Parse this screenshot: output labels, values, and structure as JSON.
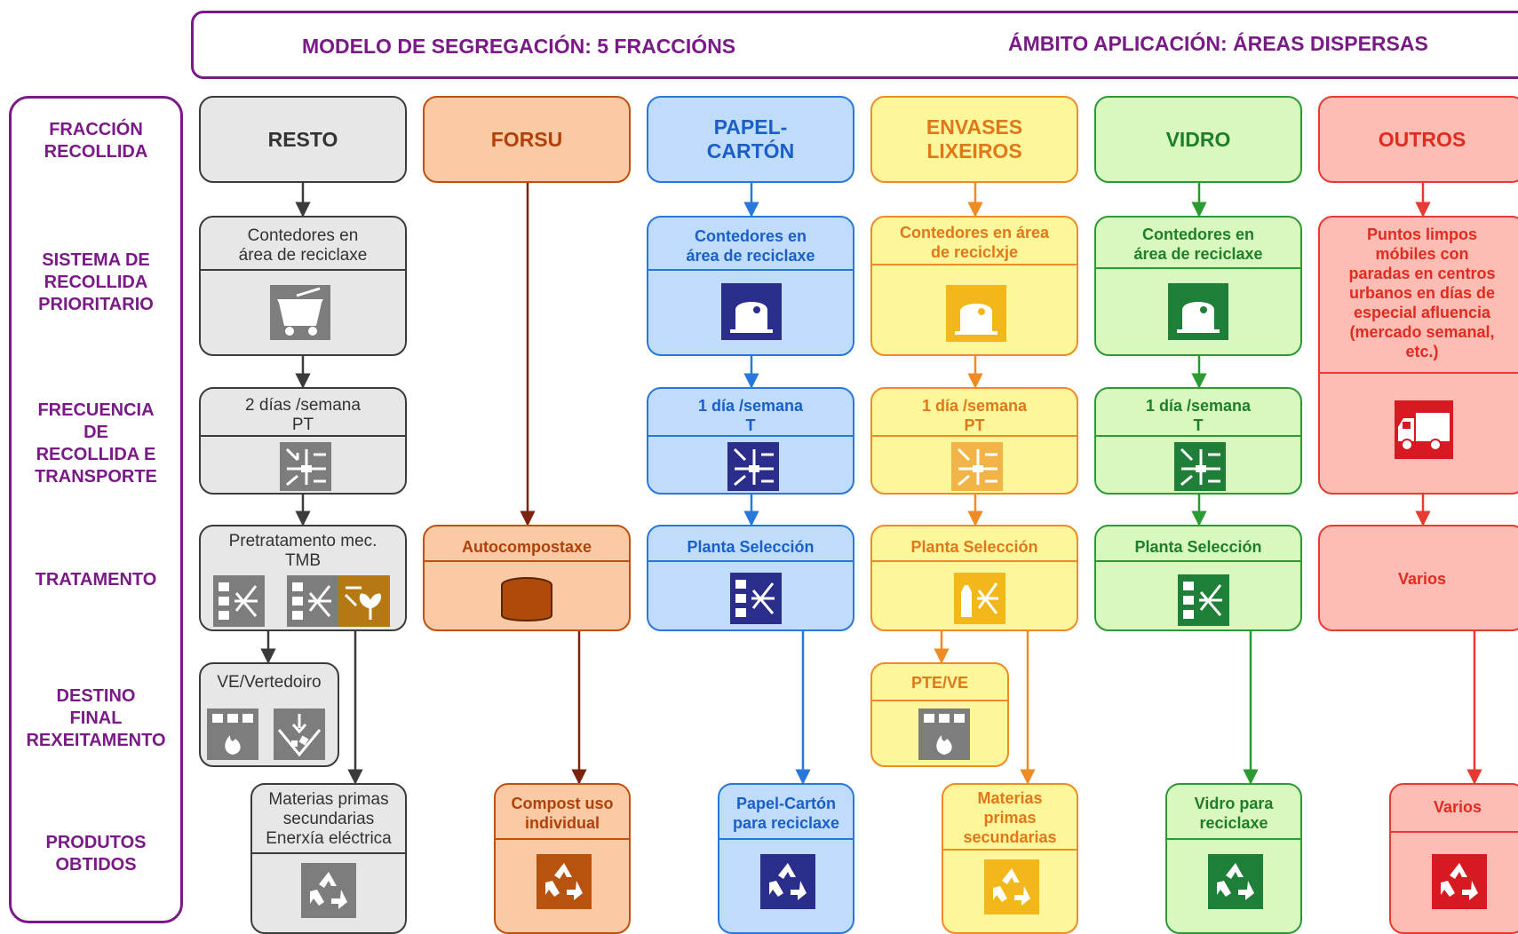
{
  "header": {
    "model": "MODELO DE SEGREGACIÓN: 5 FRACCIÓNS",
    "scope": "ÁMBITO APLICACIÓN: ÁREAS DISPERSAS"
  },
  "rows": {
    "fraccion": "FRACCIÓN\nRECOLLIDA",
    "sistema": "SISTEMA DE\nRECOLLIDA\nPRIORITARIO",
    "frecuencia": "FRECUENCIA\nDE\nRECOLLIDA E\nTRANSPORTE",
    "tratamento": "TRATAMENTO",
    "destino": "DESTINO\nFINAL\nREXEITAMENTO",
    "produtos": "PRODUTOS\nOBTIDOS"
  },
  "columns": {
    "resto": {
      "title": "RESTO",
      "system": "Contedores en\nárea de reciclaxe",
      "frequency": "2 días /semana\nPT",
      "treatment": "Pretratamento mec.\nTMB",
      "destination": "VE/Vertedoiro",
      "product": "Materias primas\nsecundarias\nEnerxía eléctrica"
    },
    "forsu": {
      "title": "FORSU",
      "treatment": "Autocompostaxe",
      "product": "Compost uso\nindividual"
    },
    "papel": {
      "title": "PAPEL-\nCARTÓN",
      "system": "Contedores en\nárea de reciclaxe",
      "frequency": "1 día /semana\nT",
      "treatment": "Planta Selección",
      "product": "Papel-Cartón\npara reciclaxe"
    },
    "envases": {
      "title": "ENVASES\nLIXEIROS",
      "system": "Contedores en área\nde reciclxje",
      "frequency": "1 día /semana\nPT",
      "treatment": "Planta Selección",
      "destination": "PTE/VE",
      "product": "Materias\nprimas\nsecundarias"
    },
    "vidro": {
      "title": "VIDRO",
      "system": "Contedores en\nárea de reciclaxe",
      "frequency": "1 día /semana\nT",
      "treatment": "Planta Selección",
      "product": "Vidro para\nreciclaxe"
    },
    "outros": {
      "title": "OUTROS",
      "system": "Puntos limpos\nmóbiles con\nparadas en centros\nurbanos en días de\nespecial afluencia\n(mercado semanal,\netc.)",
      "treatment": "Varios",
      "product": "Varios"
    }
  },
  "icons": {
    "container": "recycling-container-icon",
    "cart": "wheelie-bin-icon",
    "transfer": "transfer-station-icon",
    "sorting": "sorting-plant-icon",
    "composting": "composting-icon",
    "compost_bin": "compost-bin-icon",
    "incinerator": "incinerator-icon",
    "landfill": "landfill-icon",
    "recycle": "recycle-icon",
    "truck": "truck-icon"
  },
  "colors": {
    "purple": "#7a1a86",
    "resto": "#3b3b3b",
    "forsu": "#c14f10",
    "papel": "#2878dc",
    "envases": "#ee8b25",
    "vidro": "#2b9a33",
    "outros": "#e63a33"
  }
}
